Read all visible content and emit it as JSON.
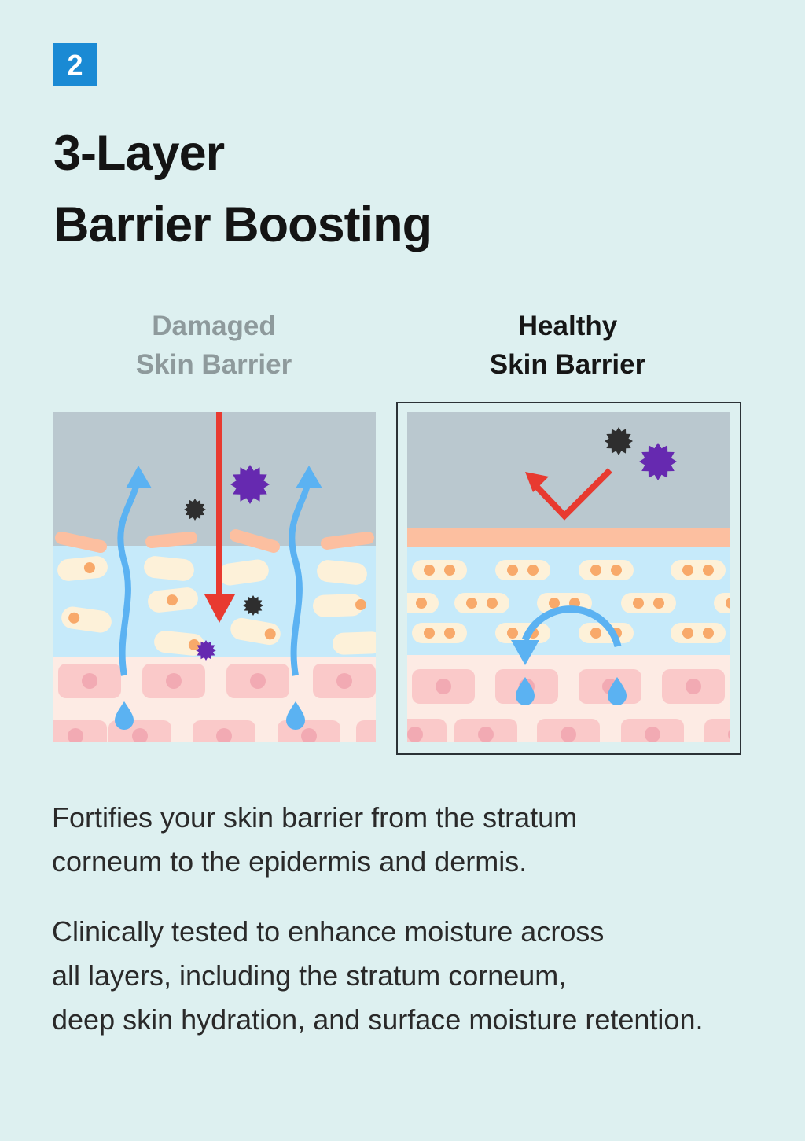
{
  "badge": "2",
  "title": {
    "line1": "3-Layer",
    "line2": "Barrier Boosting"
  },
  "comparison": {
    "damaged": {
      "line1": "Damaged",
      "line2": "Skin Barrier"
    },
    "healthy": {
      "line1": "Healthy",
      "line2": "Skin Barrier"
    }
  },
  "description": {
    "p1": {
      "line1": "Fortifies your skin barrier from the stratum",
      "line2": "corneum to the epidermis and dermis."
    },
    "p2": {
      "line1": "Clinically tested to enhance moisture across",
      "line2": "all layers, including the stratum corneum,",
      "line3": "deep skin hydration, and surface moisture retention."
    }
  },
  "colors": {
    "background": "#ddf0f0",
    "badge": "#1a8ad4",
    "outer_layer": "#bac8cf",
    "mid_layer": "#c6eafa",
    "deep_layer": "#fdebe4",
    "lipid": "#fcbfa0",
    "cell": "#fdf1d9",
    "nucleus": "#f8a96a",
    "dermis_cell": "#fac9c9",
    "dermis_nucleus": "#f2aab3",
    "water": "#5bb2f2",
    "irritant_arrow": "#e83a30",
    "pollutant_dark": "#2e2e2e",
    "pollutant_purple": "#6629b0"
  }
}
